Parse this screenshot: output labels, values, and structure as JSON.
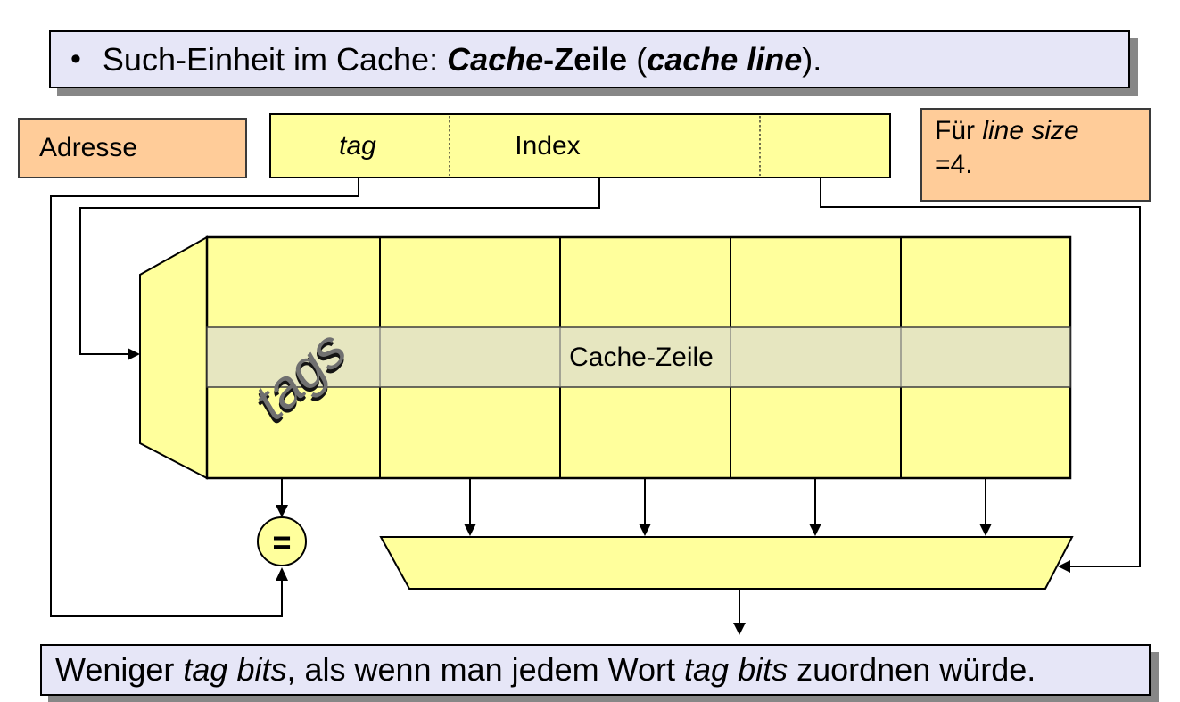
{
  "title": {
    "bullet": "•",
    "parts": [
      {
        "text": "Such-Einheit im Cache: "
      },
      {
        "text": "Cache"
      },
      {
        "text": "-Zeile"
      },
      {
        "text": " ("
      },
      {
        "text": "cache line"
      },
      {
        "text": ")."
      }
    ]
  },
  "address_box": {
    "label": "Adresse"
  },
  "address_bar": {
    "tag_label": "tag",
    "index_label": "Index"
  },
  "line_size_note": {
    "prefix": "Für ",
    "italic": "line size",
    "line2": "=4."
  },
  "cache_array": {
    "tags_label": "tags",
    "row_label": "Cache-Zeile"
  },
  "comparator": {
    "symbol": "="
  },
  "footer": {
    "parts": [
      {
        "text": "Weniger "
      },
      {
        "text": "tag bits"
      },
      {
        "text": ", als wenn man jedem Wort "
      },
      {
        "text": "tag bits"
      },
      {
        "text": " zuordnen würde."
      }
    ]
  },
  "colors": {
    "statement_box": "#e6e6f7",
    "note_box": "#ffcc99",
    "diagram_yellow": "#ffff9c",
    "highlight_row": "#e6e6c0",
    "shadow": "#878787"
  }
}
